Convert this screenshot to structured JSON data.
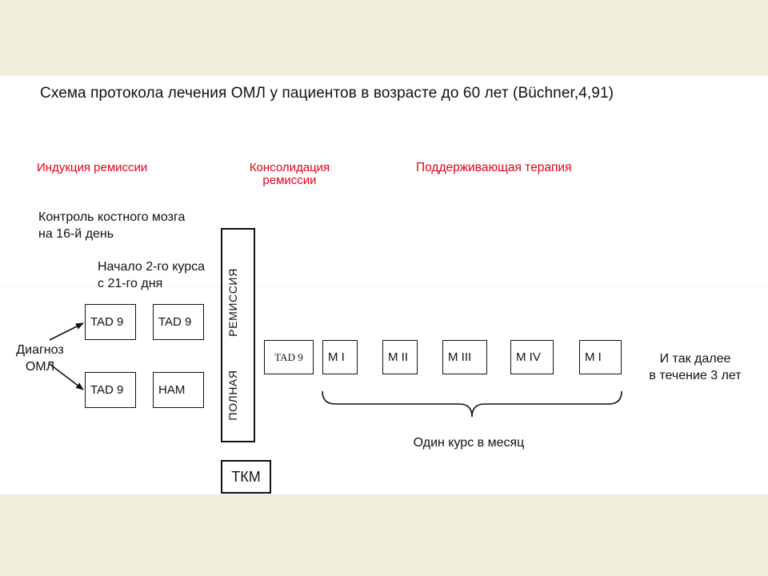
{
  "title": "Схема протокола лечения ОМЛ у пациентов в возрасте до 60 лет (Büchner,4,91)",
  "phases": {
    "induction": "Индукция ремиссии",
    "consolidation_line1": "Консолидация",
    "consolidation_line2": "ремиссии",
    "maintenance": "Поддерживающая терапия"
  },
  "notes": {
    "marrow_check_line1": "Контроль костного мозга",
    "marrow_check_line2": "на 16-й день",
    "second_course_line1": "Начало 2-го курса",
    "second_course_line2": "с 21-го дня",
    "diagnosis_line1": "Диагноз",
    "diagnosis_line2": "ОМЛ",
    "etc_line1": "И так далее",
    "etc_line2": "в течение 3 лет",
    "monthly": "Один курс в месяц"
  },
  "induction_boxes": {
    "top_first": "TAD 9",
    "top_second": "TAD 9",
    "bottom_first": "TAD 9",
    "bottom_second": "HAM"
  },
  "remission_box": {
    "part1": "ПОЛНАЯ",
    "part2": "РЕМИССИЯ"
  },
  "transplant_box": "ТКМ",
  "consolidation_box": "TAD 9",
  "maintenance_boxes": [
    "M I",
    "M II",
    "M III",
    "M IV",
    "M I"
  ],
  "colors": {
    "phase_label": "#e2001a",
    "background_band": "#efeedd",
    "panel": "#ffffff"
  }
}
